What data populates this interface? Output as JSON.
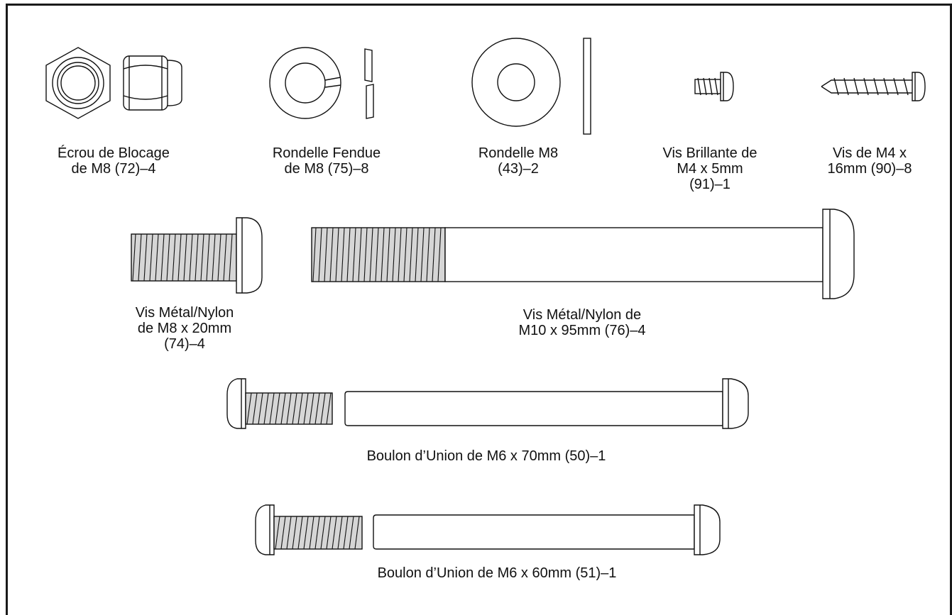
{
  "parts": {
    "locknut": {
      "icon": "hex-lock-nut-icon",
      "lines": [
        "Écrou de Blocage",
        "de M8 (72)–4"
      ]
    },
    "split_washer": {
      "icon": "split-washer-icon",
      "lines": [
        "Rondelle Fendue",
        "de M8 (75)–8"
      ]
    },
    "washer": {
      "icon": "flat-washer-icon",
      "lines": [
        "Rondelle M8",
        "(43)–2"
      ]
    },
    "shiny_screw": {
      "icon": "short-screw-icon",
      "lines": [
        "Vis Brillante de",
        "M4 x 5mm",
        "(91)–1"
      ]
    },
    "screw_16": {
      "icon": "long-screw-icon",
      "lines": [
        "Vis de M4 x",
        "16mm (90)–8"
      ]
    },
    "bolt_20": {
      "icon": "short-bolt-icon",
      "lines": [
        "Vis Métal/Nylon",
        "de M8 x 20mm",
        "(74)–4"
      ]
    },
    "bolt_95": {
      "icon": "long-bolt-icon",
      "lines": [
        "Vis Métal/Nylon de",
        "M10 x 95mm (76)–4"
      ]
    },
    "union_70": {
      "icon": "union-bolt-icon",
      "lines": [
        "Boulon d’Union de M6 x 70mm (50)–1"
      ]
    },
    "union_60": {
      "icon": "union-bolt-icon",
      "lines": [
        "Boulon d’Union de M6 x 60mm (51)–1"
      ]
    }
  }
}
